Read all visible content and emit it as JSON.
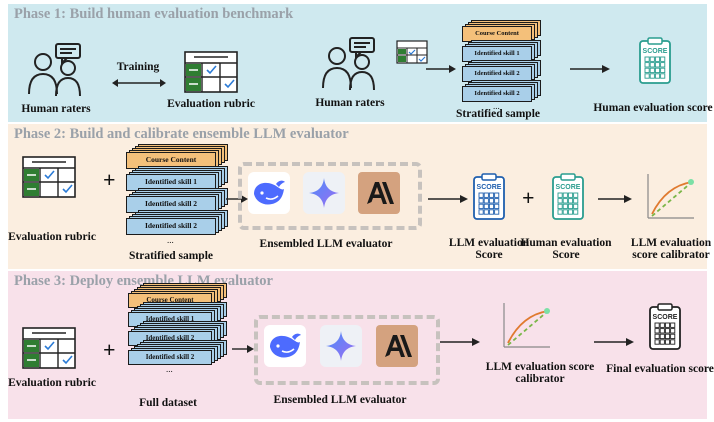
{
  "phase1": {
    "title": "Phase 1: Build human evaluation benchmark",
    "human_raters_left": "Human raters",
    "training": "Training",
    "evaluation_rubric": "Evaluation rubric",
    "human_raters_right": "Human raters",
    "stratified_sample": "Stratified sample",
    "human_evaluation_score": "Human evaluation score"
  },
  "phase2": {
    "title": "Phase 2: Build and calibrate ensemble LLM evaluator",
    "evaluation_rubric": "Evaluation rubric",
    "stratified_sample": "Stratified sample",
    "ensembled_llm_evaluator": "Ensembled LLM evaluator",
    "llm_evaluation_score": [
      "LLM evaluation",
      "Score"
    ],
    "human_evaluation_score": [
      "Human evaluation",
      "Score"
    ],
    "calibrator": [
      "LLM evaluation",
      "score calibrator"
    ]
  },
  "phase3": {
    "title": "Phase 3: Deploy ensemble LLM evaluator",
    "evaluation_rubric": "Evaluation rubric",
    "full_dataset": "Full dataset",
    "ensembled_llm_evaluator": "Ensembled LLM evaluator",
    "calibrator": [
      "LLM evaluation score",
      "calibrator"
    ],
    "final_evaluation_score": "Final evaluation score"
  },
  "stack": {
    "course_content": "Course Content",
    "skills": [
      "Identified skill 1",
      "Identified skill 2",
      "Identified skill 2"
    ],
    "ellipsis": "..."
  },
  "score_card_text": "SCORE",
  "plus": "+",
  "icons": {
    "llm1": "deepseek-whale-icon",
    "llm2": "gemini-sparkle-icon",
    "llm3": "anthropic-logo-icon"
  },
  "colors": {
    "phase1_bg": "#cfe9ef",
    "phase2_bg": "#fbeee0",
    "phase3_bg": "#f8e1ea",
    "rubric_green": "#2f7d32",
    "check_blue": "#2b7bd6",
    "course_content_fill": "#f4c07a",
    "skill_fill": "#a9cfe9",
    "score_llm": "#1f5fae",
    "score_human": "#2a9d8f",
    "curve_orange": "#e07a2f",
    "curve_green_dash": "#7ab648"
  }
}
